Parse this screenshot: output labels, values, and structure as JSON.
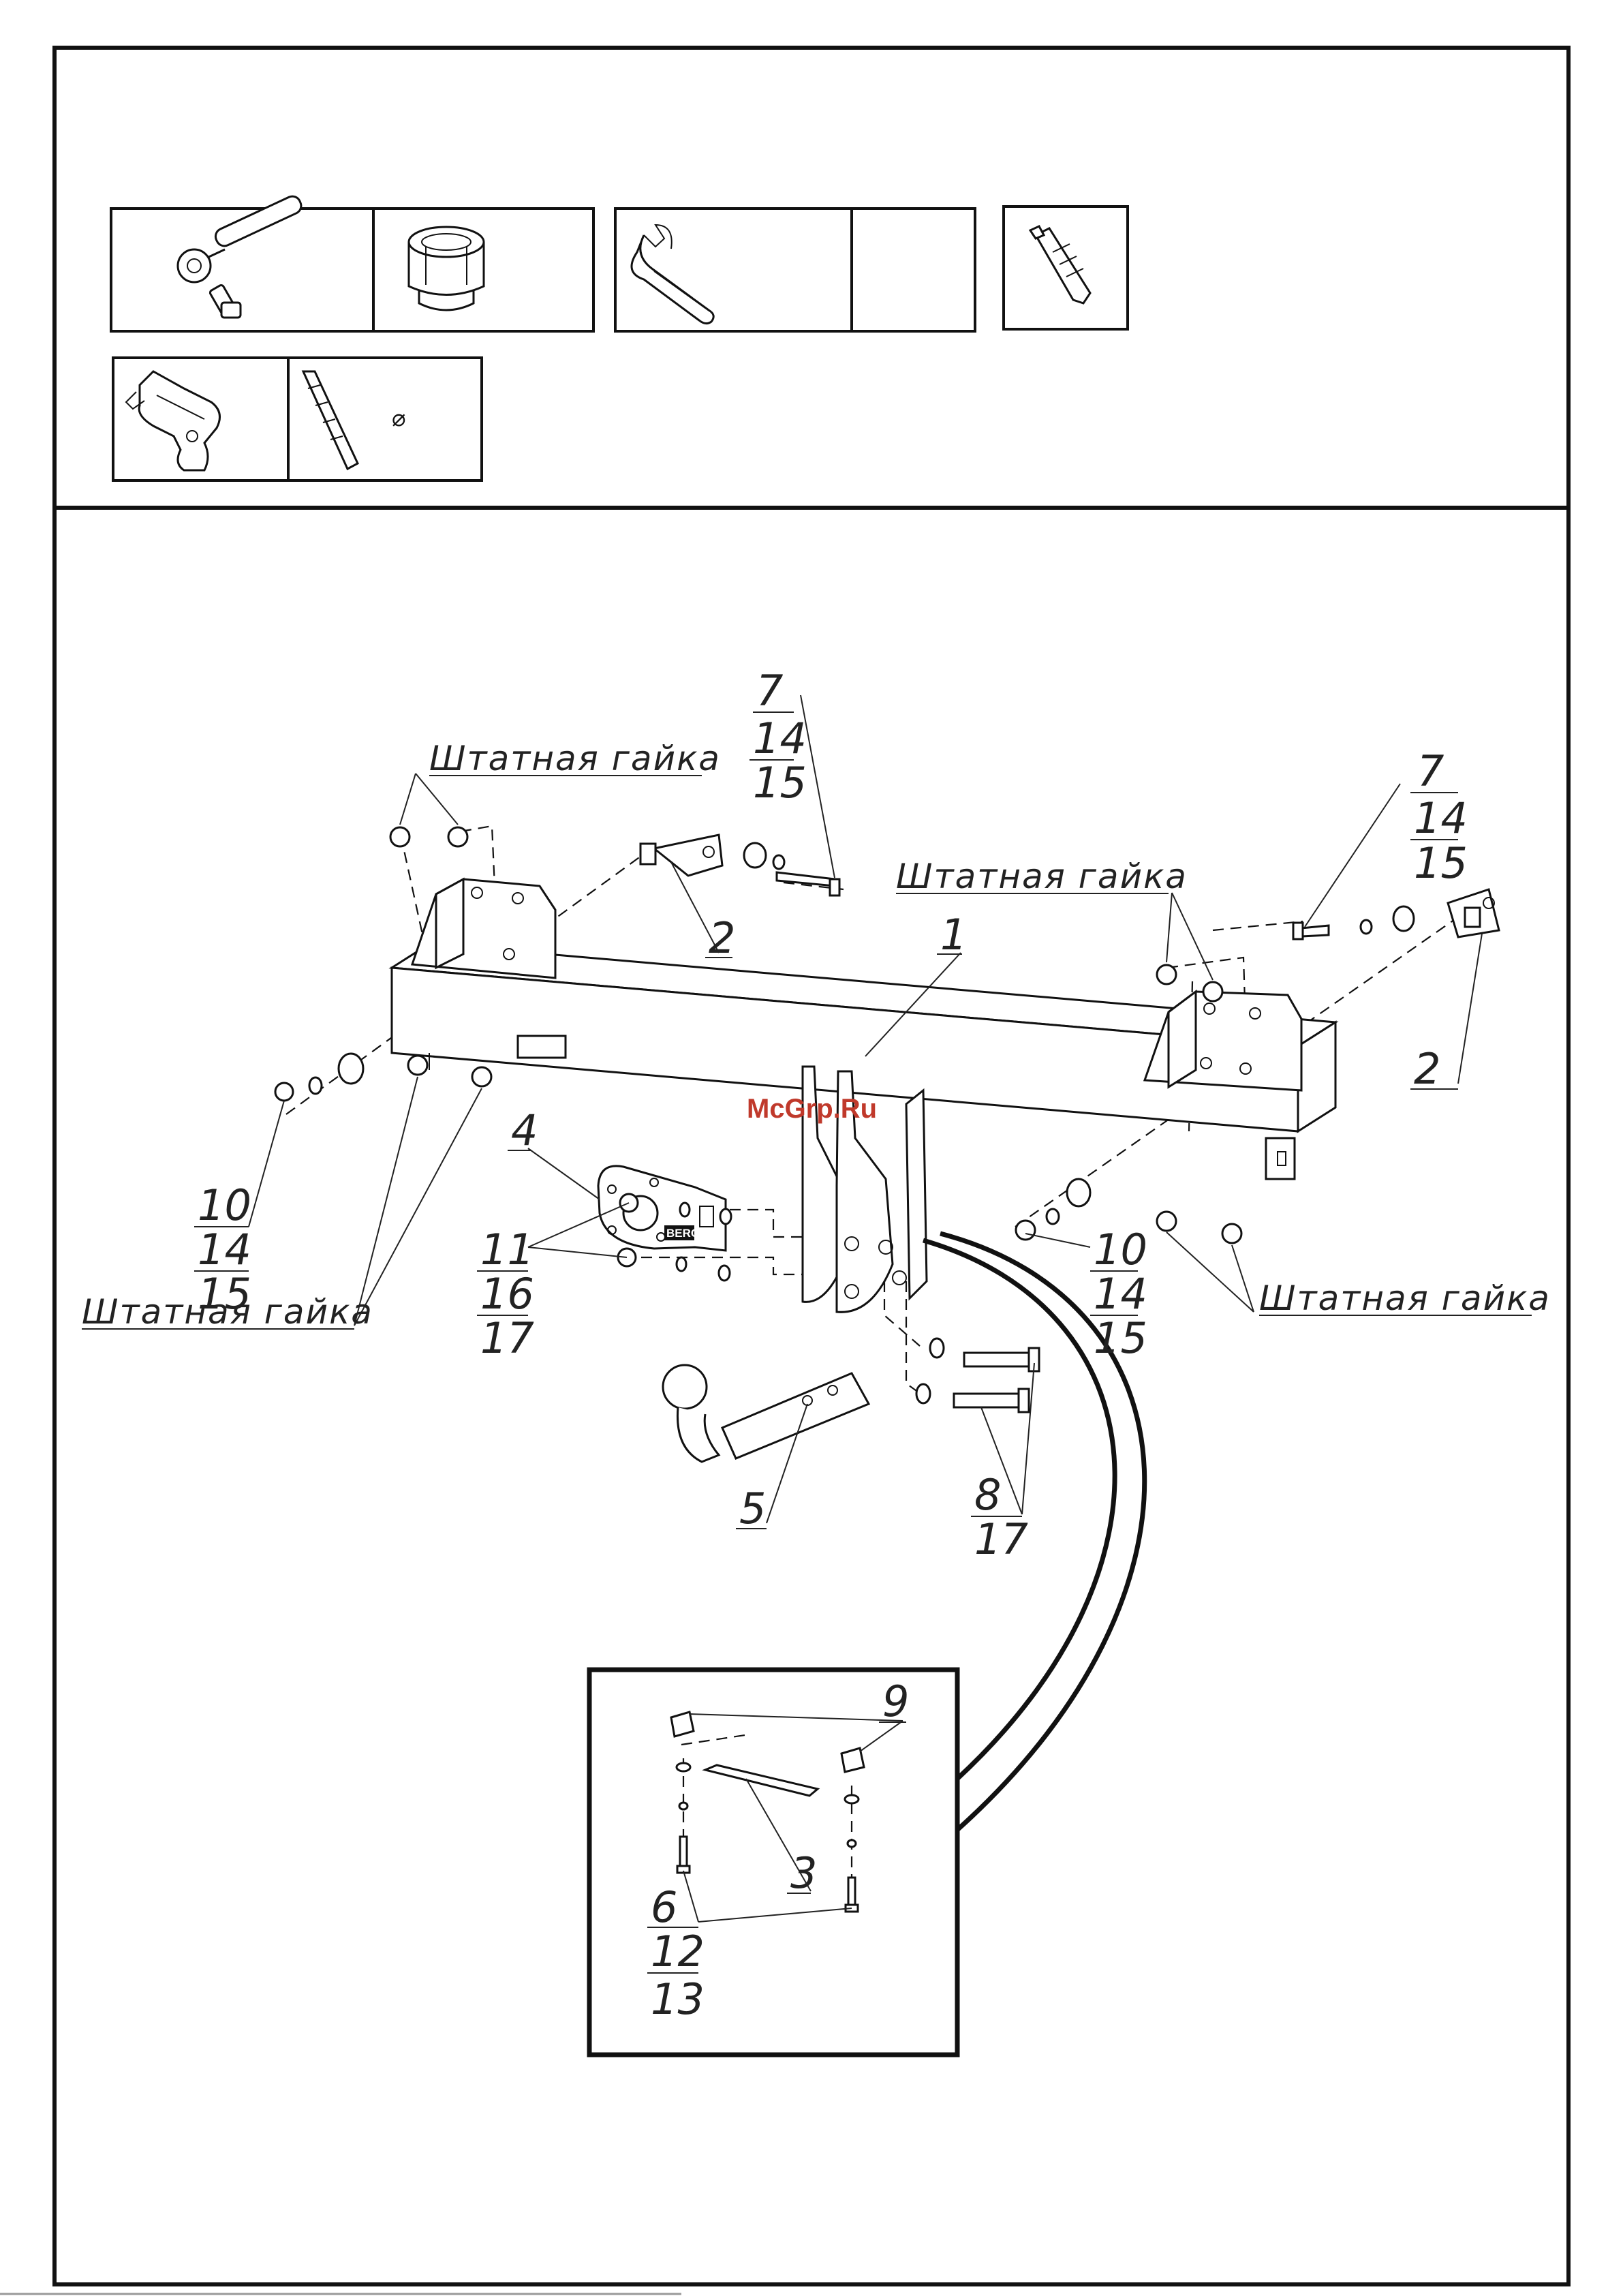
{
  "watermark": "McGrp.Ru",
  "brand_plate": "BERG",
  "tools": {
    "drill_symbol": "⌀",
    "icons": [
      "ratchet-wrench-icon",
      "socket-head-icon",
      "open-end-wrench-icon",
      "utility-knife-icon",
      "power-drill-icon",
      "drill-bit-icon"
    ]
  },
  "captions": {
    "standard_nut_label": "Штатная гайка"
  },
  "callouts": {
    "c1": [
      "1"
    ],
    "c2_left": [
      "2"
    ],
    "c2_right": [
      "2"
    ],
    "c3": [
      "3"
    ],
    "c4": [
      "4"
    ],
    "c5": [
      "5"
    ],
    "c6": [
      "6",
      "12",
      "13"
    ],
    "c7_left": [
      "7",
      "14",
      "15"
    ],
    "c7_right": [
      "7",
      "14",
      "15"
    ],
    "c8": [
      "8",
      "17"
    ],
    "c9": [
      "9"
    ],
    "c10_left": [
      "10",
      "14",
      "15"
    ],
    "c10_right": [
      "10",
      "14",
      "15"
    ],
    "c11": [
      "11",
      "16",
      "17"
    ]
  }
}
